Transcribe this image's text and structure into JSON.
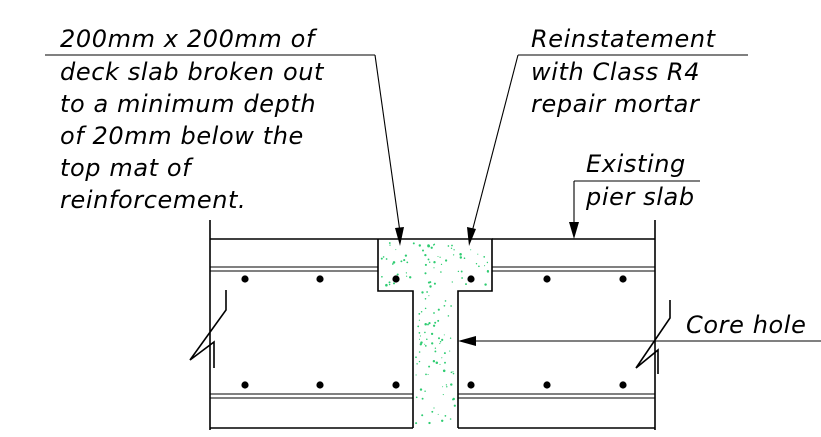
{
  "annotations": {
    "broken_out": {
      "lines": [
        "200mm x 200mm of",
        "deck slab broken out",
        "to a minimum depth",
        "of 20mm below the",
        "top mat of",
        "reinforcement."
      ]
    },
    "reinstatement": {
      "lines": [
        "Reinstatement",
        "with Class R4",
        "repair mortar"
      ]
    },
    "existing": {
      "lines": [
        "Existing",
        "pier slab"
      ]
    },
    "core_hole": {
      "lines": [
        "Core hole"
      ]
    }
  },
  "colors": {
    "line": "#000000",
    "mortar_speckle": "#2ecc71",
    "background": "#ffffff"
  }
}
